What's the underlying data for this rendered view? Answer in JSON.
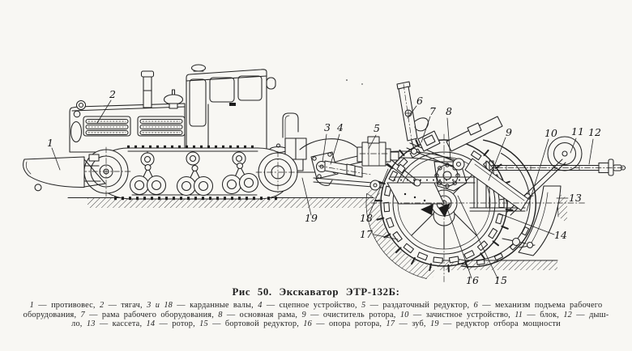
{
  "colors": {
    "paper": "#f8f7f3",
    "ink": "#1f1f1f"
  },
  "figure": {
    "caption": "Рис 50. Экскаватор ЭТР-132Б:",
    "callouts": [
      "1",
      "2",
      "3",
      "4",
      "5",
      "6",
      "7",
      "8",
      "9",
      "10",
      "11",
      "12",
      "13",
      "14",
      "15",
      "16",
      "17",
      "18",
      "19"
    ]
  },
  "legend": {
    "lines": [
      [
        [
          "1",
          " — противовес,  "
        ],
        [
          "2",
          " — тягач,  "
        ],
        [
          "3 и 18",
          " — карданные валы,  "
        ],
        [
          "4",
          " — сцепное устройство,  "
        ],
        [
          "5",
          " — раздаточный редуктор,  "
        ],
        [
          "6",
          " — механизм подъема рабочего"
        ]
      ],
      [
        [
          "",
          "оборудования,  "
        ],
        [
          "7",
          " — рама рабочего оборудования,  "
        ],
        [
          "8",
          " — основная рама,  "
        ],
        [
          "9",
          " — очиститель ротора,  "
        ],
        [
          "10",
          " — зачистное устройство,  "
        ],
        [
          "11",
          " — блок,  "
        ],
        [
          "12",
          " — дыш-"
        ]
      ],
      [
        [
          "",
          "ло,  "
        ],
        [
          "13",
          " — кассета,  "
        ],
        [
          "14",
          " — ротор,  "
        ],
        [
          "15",
          " — бортовой редуктор,  "
        ],
        [
          "16",
          " — опора ротора,  "
        ],
        [
          "17",
          " — зуб,  "
        ],
        [
          "19",
          " — редуктор отбора мощности"
        ]
      ]
    ]
  }
}
